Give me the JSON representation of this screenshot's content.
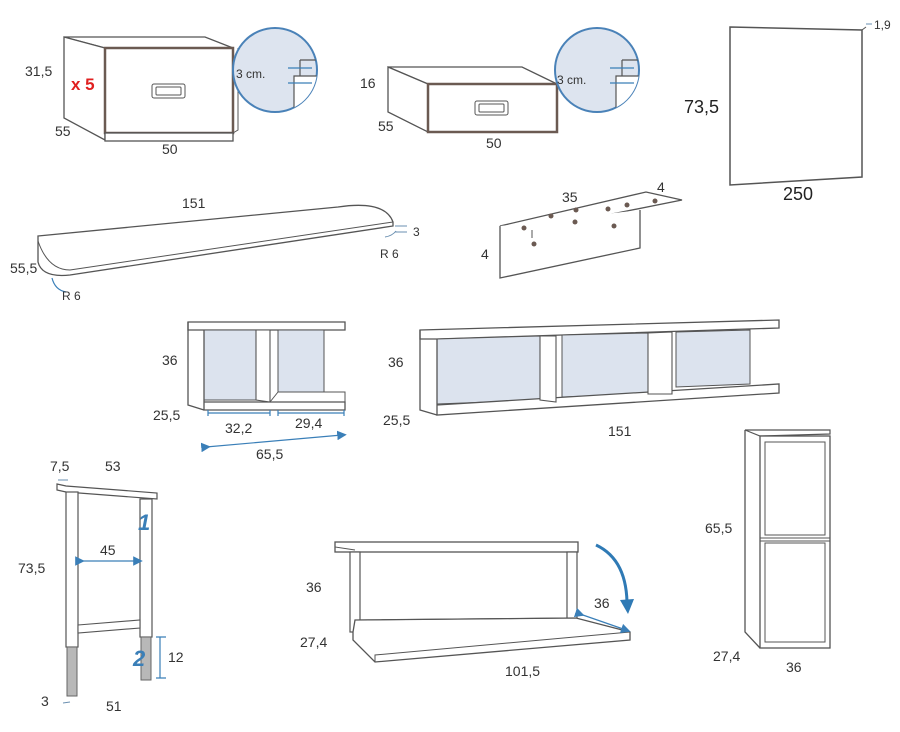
{
  "colors": {
    "dimension": "#3a7fb8",
    "highlight": "#e02020",
    "back_panel": "#dce3ee",
    "edge": "#6b5a52"
  },
  "drawer_large": {
    "height": "31,5",
    "depth": "55",
    "width": "50",
    "quantity": "x 5",
    "detail": "3 cm."
  },
  "drawer_small": {
    "height": "16",
    "depth": "55",
    "width": "50",
    "detail": "3 cm."
  },
  "panel": {
    "height": "73,5",
    "width": "250",
    "thickness": "1,9"
  },
  "top_board": {
    "length": "151",
    "depth": "55,5",
    "thickness": "3",
    "radius_right": "R 6",
    "radius_left": "R 6"
  },
  "bracket": {
    "length": "35",
    "width": "4",
    "height": "4"
  },
  "shelf_small": {
    "height": "36",
    "depth": "25,5",
    "left_width": "32,2",
    "right_width": "29,4",
    "total_width": "65,5"
  },
  "shelf_long": {
    "height": "36",
    "depth": "25,5",
    "width": "151"
  },
  "desk_frame": {
    "top_left": "7,5",
    "top_width": "53",
    "height": "73,5",
    "inner_width": "45",
    "leg_height": "12",
    "leg_diameter": "3",
    "bottom_width": "51",
    "step_1": "1",
    "step_2": "2"
  },
  "cabinet_flap": {
    "height": "36",
    "depth": "27,4",
    "flap_depth": "36",
    "width": "101,5"
  },
  "tall_unit": {
    "height": "65,5",
    "depth": "27,4",
    "width": "36"
  }
}
